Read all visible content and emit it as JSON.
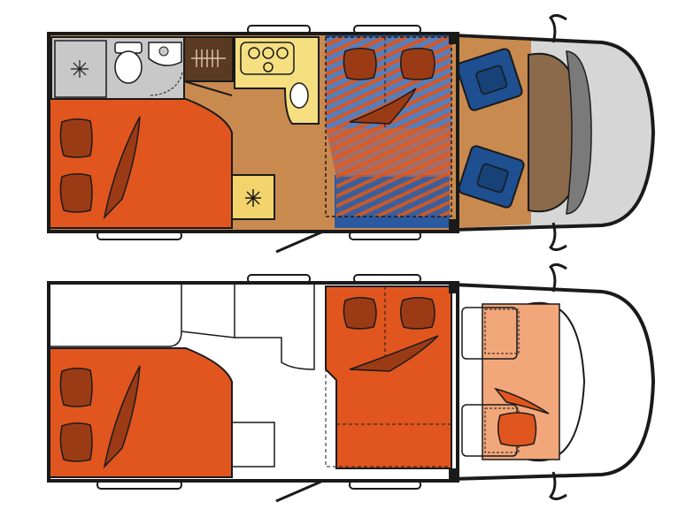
{
  "diagram": {
    "type": "motorhome-floor-plan",
    "views": [
      {
        "id": "day-layout",
        "description_visible_text": ""
      },
      {
        "id": "night-layout",
        "description_visible_text": ""
      }
    ],
    "colors": {
      "outline": "#1a1a1a",
      "floor_wood": "#c98a50",
      "bed_orange": "#e0561e",
      "pillow_brown": "#9b3b16",
      "bath_grey": "#c8c8c8",
      "kitchen_yellow": "#f5df80",
      "cabinet_brown": "#5a3a22",
      "seat_blue": "#1d4f91",
      "seat_blue_light": "#4a7fc4",
      "dashboard_grey": "#7a7a7a",
      "dashboard_brown": "#8a6a4a",
      "cab_bed_peach": "#f2a77a",
      "fridge_yellow": "#f3d36b",
      "hull_white": "#ffffff"
    },
    "icons": [
      "shower-icon",
      "toilet-icon",
      "sink-icon",
      "stove-icon",
      "fridge-snowflake-icon"
    ]
  }
}
